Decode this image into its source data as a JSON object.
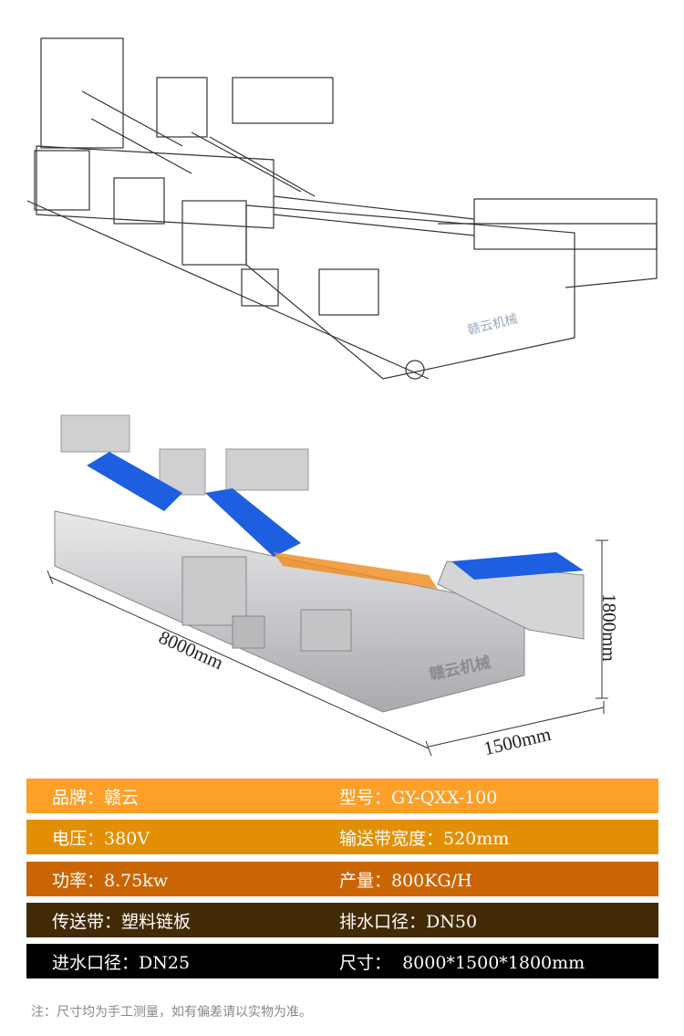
{
  "drawing": {
    "logo_text": "赣云机械"
  },
  "photo": {
    "logo_text": "赣云机械",
    "length_label": "8000mm",
    "height_label": "1800mm",
    "width_label": "1500mm"
  },
  "specs": [
    {
      "left": "品牌：赣云",
      "right": "型号：GY-QXX-100",
      "color": "#FE9F27"
    },
    {
      "left": "电压：380V",
      "right": "输送带宽度：520mm",
      "color": "#E38F06"
    },
    {
      "left": "功率：8.75kw",
      "right": "产量：800KG/H",
      "color": "#CB6503"
    },
    {
      "left": "传送带：塑料链板",
      "right": "排水口径：DN50",
      "color": "#432A06"
    },
    {
      "left": "进水口径：DN25",
      "right": "尺寸：  8000*1500*1800mm",
      "color": "#000000"
    }
  ],
  "note": "注：尺寸均为手工测量，如有偏差请以实物为准。"
}
